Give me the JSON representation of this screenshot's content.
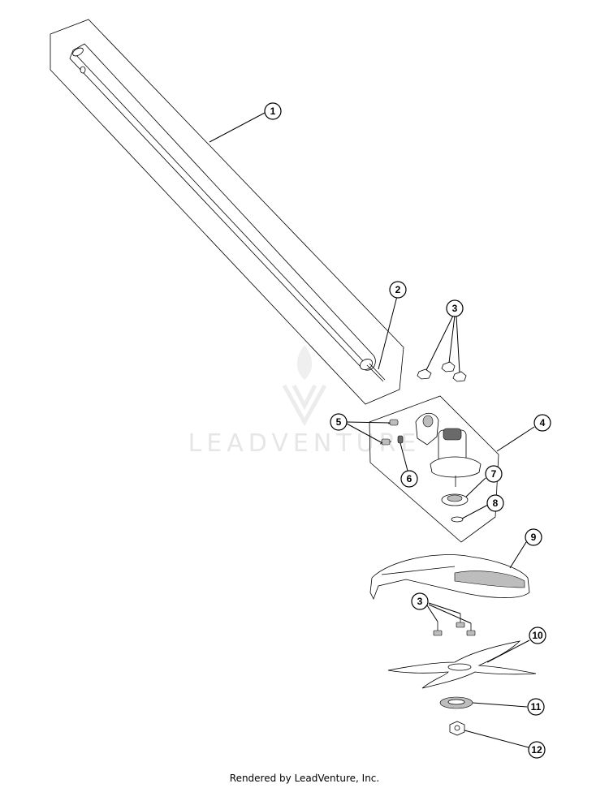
{
  "watermark": {
    "text": "LEADVENTURE"
  },
  "callouts": [
    {
      "label": "1",
      "part": "shaft-tube"
    },
    {
      "label": "2",
      "part": "drive-shaft"
    },
    {
      "label": "3",
      "part": "nut-upper"
    },
    {
      "label": "4",
      "part": "gear-head-assembly"
    },
    {
      "label": "5",
      "part": "screws"
    },
    {
      "label": "6",
      "part": "set-screw"
    },
    {
      "label": "7",
      "part": "blade-holder"
    },
    {
      "label": "8",
      "part": "washer"
    },
    {
      "label": "9",
      "part": "blade-guard"
    },
    {
      "label": "3",
      "part": "bolts-lower"
    },
    {
      "label": "10",
      "part": "blade"
    },
    {
      "label": "11",
      "part": "retainer"
    },
    {
      "label": "12",
      "part": "blade-nut"
    }
  ],
  "footer": {
    "text": "Rendered by LeadVenture, Inc."
  }
}
